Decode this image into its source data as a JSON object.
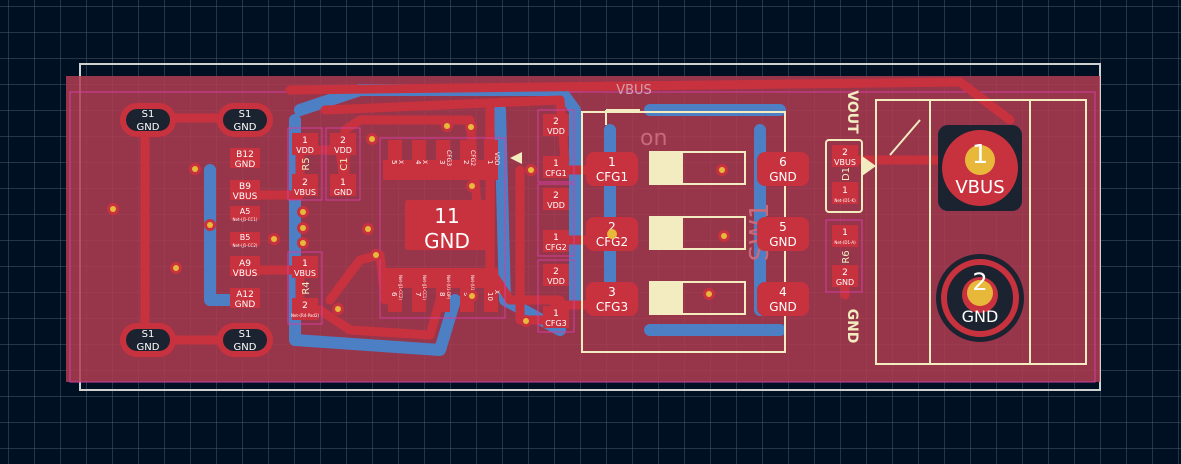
{
  "canvas": {
    "background": "#001023",
    "grid_color": "#4a5a6c",
    "board_fill": "#b23c52",
    "copper_front": "#c8323e",
    "copper_back": "#4d7fc4",
    "silkscreen": "#f2ecc0",
    "outline": "#d0d0d0",
    "via": "#e8b83a"
  },
  "nets": {
    "vbus_top": "VBUS",
    "vout": "VOUT",
    "gnd_side": "GND"
  },
  "usb_connector": {
    "pads": [
      {
        "pin": "S1",
        "net": "GND"
      },
      {
        "pin": "S1",
        "net": "GND"
      },
      {
        "pin": "S1",
        "net": "GND"
      },
      {
        "pin": "S1",
        "net": "GND"
      }
    ],
    "contacts": [
      {
        "pin": "B12",
        "net": "GND"
      },
      {
        "pin": "B9",
        "net": "VBUS"
      },
      {
        "pin": "A5",
        "net": "Net-(J1-CC1)"
      },
      {
        "pin": "B5",
        "net": "Net-(J1-CC2)"
      },
      {
        "pin": "A9",
        "net": "VBUS"
      },
      {
        "pin": "A12",
        "net": "GND"
      }
    ]
  },
  "passives": {
    "r_left": {
      "ref": "R5",
      "pin1": "1",
      "pin2": "2",
      "net1": "VDD",
      "net2": "VBUS"
    },
    "r_left_b": {
      "ref": "R4",
      "pin1": "1",
      "pin2": "2",
      "net1": "VBUS",
      "net2": "Net-(R4-Pad2)"
    },
    "c1": {
      "ref": "C1",
      "pin1": "2",
      "pin2": "1",
      "net1": "VDD",
      "net2": "GND"
    },
    "r_right_top": {
      "ref": "D1",
      "pin1": "2",
      "pin2": "1",
      "net1": "VBUS",
      "net2": "Net-(D1-K)"
    },
    "r_right_bot": {
      "ref": "R6",
      "pin1": "1",
      "pin2": "2",
      "net1": "Net-(D1-A)",
      "net2": "GND"
    }
  },
  "ic": {
    "center_pin": "11",
    "center_net": "GND",
    "top_pins": [
      "5",
      "4",
      "3",
      "2",
      "1"
    ],
    "top_nets": [
      "X",
      "X",
      "CFG3",
      "CFG2",
      "VDD"
    ],
    "bottom_pins": [
      "6",
      "7",
      "8",
      "9",
      "10"
    ],
    "bottom_nets": [
      "Net-(J1-CC2)",
      "Net-(J1-CC1)",
      "Net-(U1-DP)",
      "Net-(U1-DM)",
      "X"
    ]
  },
  "cfg_resistors": [
    {
      "pin_a": "2",
      "net_a": "VDD",
      "pin_b": "1",
      "net_b": "CFG1"
    },
    {
      "pin_a": "2",
      "net_a": "VDD",
      "pin_b": "1",
      "net_b": "CFG2"
    },
    {
      "pin_a": "2",
      "net_a": "VDD",
      "pin_b": "1",
      "net_b": "CFG3"
    }
  ],
  "dip_switch": {
    "ref": "SW1",
    "silk_on": "on",
    "left_pads": [
      {
        "num": "1",
        "net": "CFG1"
      },
      {
        "num": "2",
        "net": "CFG2"
      },
      {
        "num": "3",
        "net": "CFG3"
      }
    ],
    "right_pads": [
      {
        "num": "6",
        "net": "GND"
      },
      {
        "num": "5",
        "net": "GND"
      },
      {
        "num": "4",
        "net": "GND"
      }
    ]
  },
  "terminal": {
    "pins": [
      {
        "num": "1",
        "net": "VBUS"
      },
      {
        "num": "2",
        "net": "GND"
      }
    ]
  }
}
